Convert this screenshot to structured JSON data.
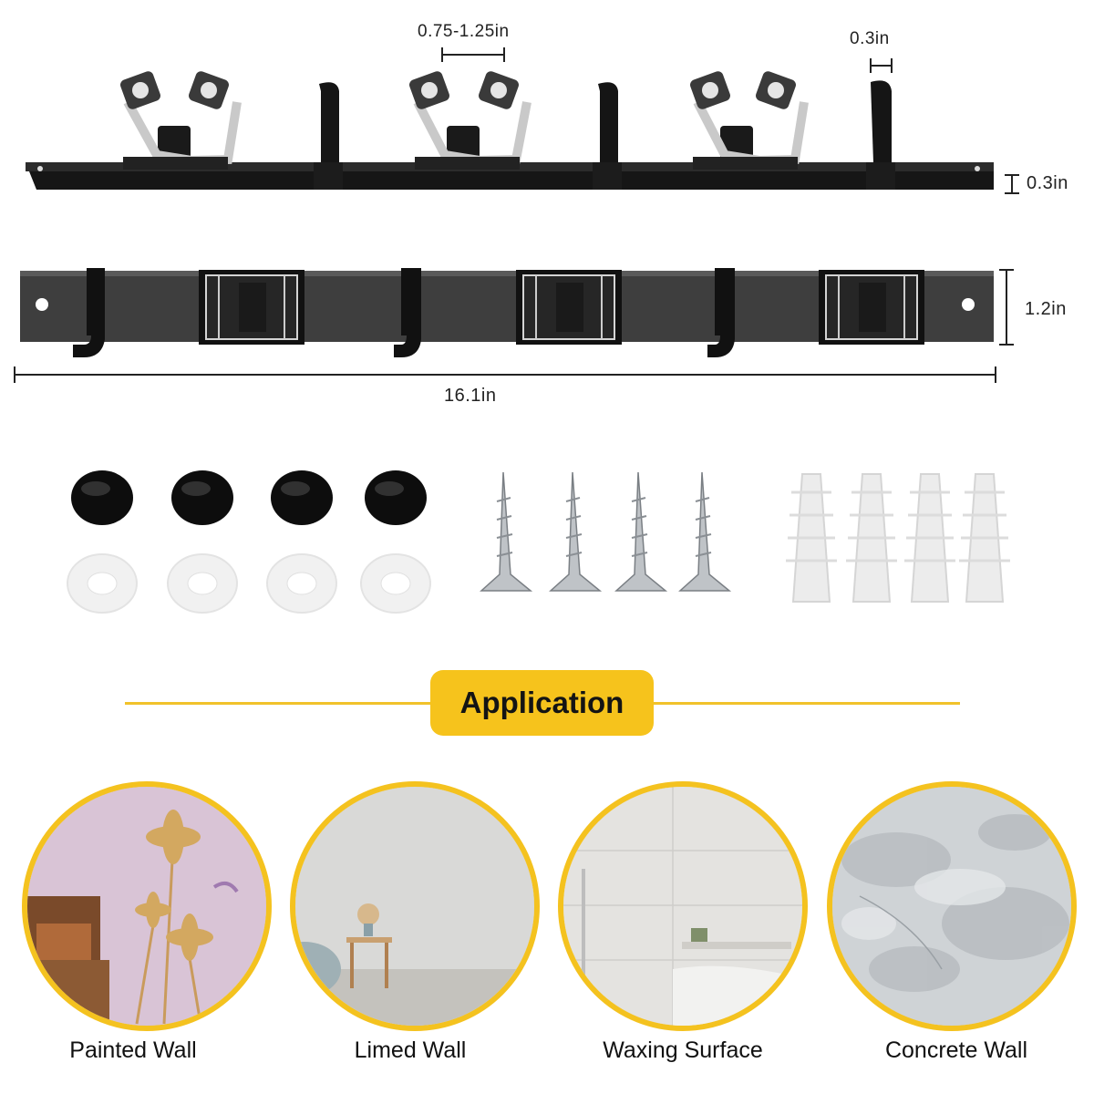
{
  "dimensions": {
    "clip_gap": "0.75-1.25in",
    "hook_width": "0.3in",
    "rail_thickness": "0.3in",
    "rail_height": "1.2in",
    "rail_length": "16.1in"
  },
  "application": {
    "title": "Application",
    "surfaces": [
      {
        "label": "Painted Wall"
      },
      {
        "label": "Limed Wall"
      },
      {
        "label": "Waxing Surface"
      },
      {
        "label": "Concrete Wall"
      }
    ]
  },
  "colors": {
    "accent": "#f6c31c",
    "rail_dark": "#1a1a1a",
    "rail_front": "#3d3d3d",
    "text": "#111111"
  }
}
